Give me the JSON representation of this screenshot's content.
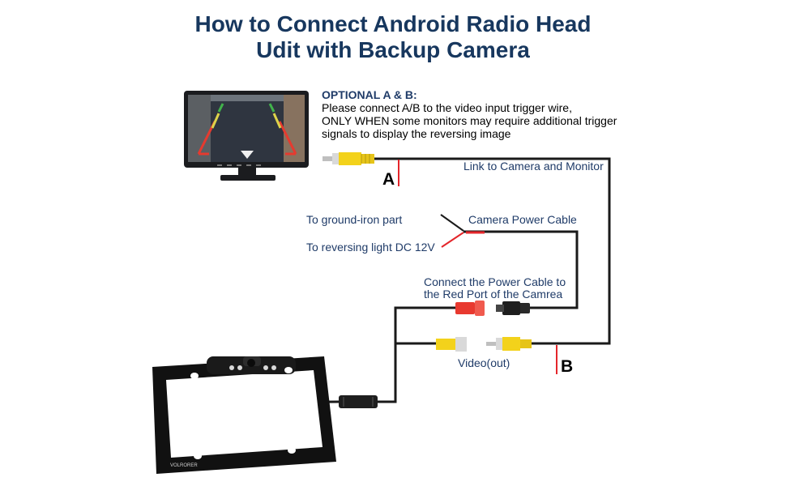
{
  "title": {
    "line1": "How to Connect Android Radio Head",
    "line2": "Udit with Backup Camera"
  },
  "optional": {
    "heading": "OPTIONAL A & B:",
    "lines": [
      "Please connect A/B to the video input trigger wire,",
      "ONLY WHEN some monitors may require additional trigger",
      "signals to display the reversing image"
    ]
  },
  "labels": {
    "link": "Link to Camera and Monitor",
    "ground": "To ground-iron part",
    "reversing": "To reversing light DC 12V",
    "power_cable": "Camera Power Cable",
    "connect_line1": "Connect the Power Cable to",
    "connect_line2": "the Red Port of the Camrea",
    "video_out": "Video(out)",
    "marker_a": "A",
    "marker_b": "B"
  },
  "brand": "VOLRORER",
  "colors": {
    "title": "#17375e",
    "wire": "#1a1a1a",
    "trigger": "#e4262b",
    "rca_yellow": "#f3d21b",
    "rca_red": "#e8392f"
  }
}
